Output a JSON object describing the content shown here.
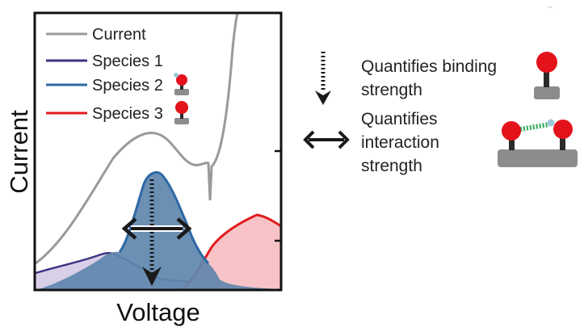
{
  "axes": {
    "xlabel": "Voltage",
    "ylabel": "Current"
  },
  "legend": {
    "items": [
      {
        "label": "Current",
        "color": "#9a9a9a"
      },
      {
        "label": "Species 1",
        "color": "#3e3382"
      },
      {
        "label": "Species 2",
        "color": "#2e68a6"
      },
      {
        "label": "Species 3",
        "color": "#e11b1f"
      }
    ]
  },
  "notes": {
    "binding_line1": "Quantifies binding",
    "binding_line2": "strength",
    "interaction_line1": "Quantifies",
    "interaction_line2": "interaction",
    "interaction_line3": "strength"
  },
  "colors": {
    "current": "#9a9a9a",
    "species1_line": "#3e3382",
    "species1_fill": "#d9cfe8",
    "species2_line": "#2e68a6",
    "species2_fill": "#5f87ad",
    "species3_line": "#e11b1f",
    "species3_fill": "#f7c3c6",
    "molecule_head": "#e3121b",
    "molecule_stem": "#2a2a2a",
    "surface": "#8c8c8c",
    "link": "#2faa5a",
    "linker_dot": "#9ec9d8"
  },
  "icons": {
    "vertical_arrow": "dotted-down-arrow-icon",
    "horizontal_arrow": "double-headed-arrow-icon",
    "binding_molecule": "single-molecule-on-surface-icon",
    "interaction_molecule": "interacting-molecules-on-surface-icon"
  }
}
